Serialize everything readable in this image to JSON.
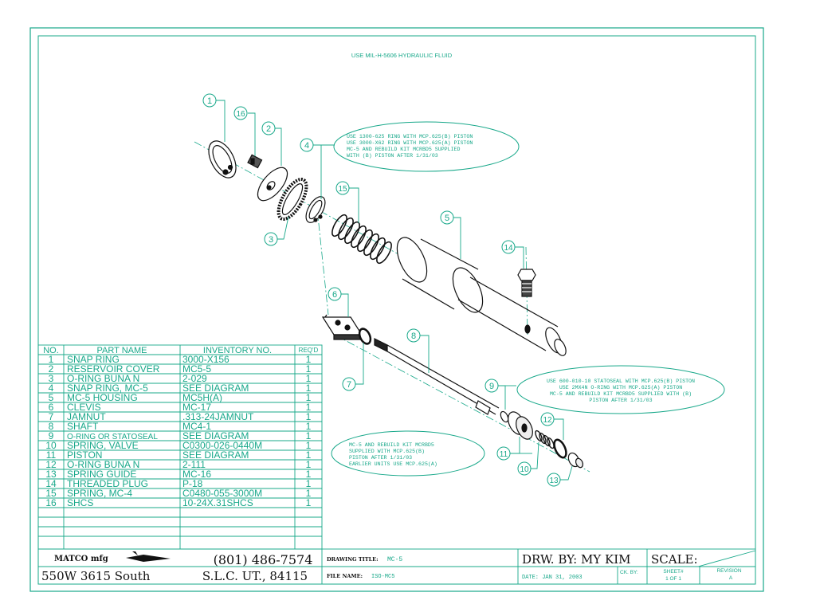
{
  "header_note": "USE MIL-H-5606 HYDRAULIC FLUID",
  "callouts": {
    "c1": "1",
    "c2": "2",
    "c3": "3",
    "c4": "4",
    "c5": "5",
    "c6": "6",
    "c7": "7",
    "c8": "8",
    "c9": "9",
    "c10": "10",
    "c11": "11",
    "c12": "12",
    "c13": "13",
    "c14": "14",
    "c15": "15",
    "c16": "16"
  },
  "notes": {
    "note4": [
      "USE 1300-625 RING WITH MCP.625(B) PISTON",
      "USE 3000-X62 RING WITH MCP.625(A) PISTON",
      "MC-5 AND REBUILD KIT MCRBD5 SUPPLIED",
      "WITH (B) PISTON AFTER 1/31/03"
    ],
    "note9": [
      "USE 600-010-10 STATOSEAL WITH MCP.625(B) PISTON",
      "USE 2MX4N O-RING WITH MCP.625(A) PISTON",
      "MC-5 AND REBUILD KIT MCRBD5 SUPPLIED WITH (B)",
      "PISTON AFTER 1/31/03"
    ],
    "note11": [
      "MC-5 AND REBUILD KIT MCRBD5",
      "SUPPLIED WITH MCP.625(B)",
      "PISTON AFTER 1/31/03",
      "EARLIER UNITS USE MCP.625(A)"
    ]
  },
  "parts_table": {
    "headers": [
      "NO.",
      "PART NAME",
      "INVENTORY NO.",
      "REQ'D"
    ],
    "rows": [
      [
        "1",
        "SNAP RING",
        "3000-X156",
        "1"
      ],
      [
        "2",
        "RESERVOIR COVER",
        "MC5-5",
        "1"
      ],
      [
        "3",
        "O-RING BUNA N",
        "2-029",
        "1"
      ],
      [
        "4",
        "SNAP RING, MC-5",
        "SEE DIAGRAM",
        "1"
      ],
      [
        "5",
        "MC-5 HOUSING",
        "MC5H(A)",
        "1"
      ],
      [
        "6",
        "CLEVIS",
        "MC-17",
        "1"
      ],
      [
        "7",
        "JAMNUT",
        ".313-24JAMNUT",
        "1"
      ],
      [
        "8",
        "SHAFT",
        "MC4-1",
        "1"
      ],
      [
        "9",
        "O-RING OR STATOSEAL",
        "SEE DIAGRAM",
        "1"
      ],
      [
        "10",
        "SPRING, VALVE",
        "C0300-026-0440M",
        "1"
      ],
      [
        "11",
        "PISTON",
        "SEE DIAGRAM",
        "1"
      ],
      [
        "12",
        "O-RING BUNA N",
        "2-111",
        "1"
      ],
      [
        "13",
        "SPRING GUIDE",
        "MC-16",
        "1"
      ],
      [
        "14",
        "THREADED PLUG",
        "P-18",
        "1"
      ],
      [
        "15",
        "SPRING, MC-4",
        "C0480-055-3000M",
        "1"
      ],
      [
        "16",
        "SHCS",
        "10-24X.31SHCS",
        "1"
      ]
    ]
  },
  "title_block": {
    "company_logo": "MATCO mfg",
    "phone": "(801) 486-7574",
    "address_street": "550W 3615 South",
    "address_city": "S.L.C. UT., 84115",
    "drawing_title_label": "DRAWING TITLE:",
    "drawing_title_value": "MC-5",
    "file_name_label": "FILE NAME:",
    "file_name_value": "ISO-MC5",
    "drawn_by": "DRW. BY: MY KIM",
    "scale_label": "SCALE:",
    "date_label": "DATE: JAN 31, 2003",
    "ck_by_label": "CK. BY:",
    "sheet_label": "SHEET#",
    "sheet_value": "1 OF 1",
    "revision_label": "REVISION",
    "revision_value": "A"
  },
  "colors": {
    "line": "#18a88a",
    "part": "#111111",
    "background": "#ffffff"
  }
}
